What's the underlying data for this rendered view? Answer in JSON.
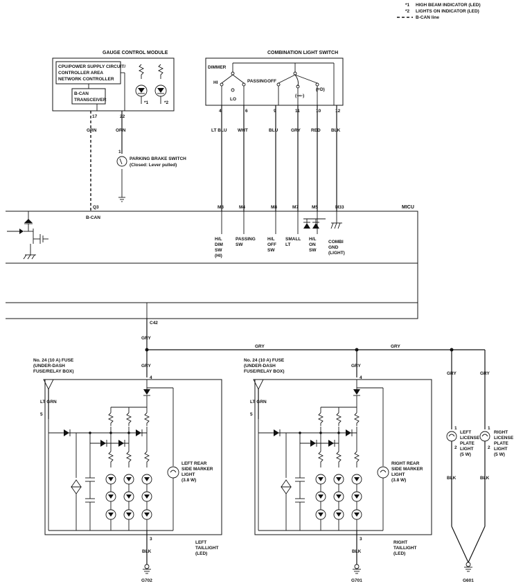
{
  "legend": {
    "n1": "*1",
    "n1_text": "HIGH BEAM INDICATOR (LED)",
    "n2": "*2",
    "n2_text": "LIGHTS ON INDICATOR (LED)",
    "bcan_text": "B-CAN line"
  },
  "gcm": {
    "title": "GAUGE CONTROL MODULE",
    "cpu_line1": "CPU/POWER SUPPLY CIRCUIT/",
    "cpu_line2": "CONTROLLER AREA",
    "cpu_line3": "NETWORK CONTROLLER",
    "transceiver_line1": "B-CAN",
    "transceiver_line2": "TRANSCEIVER",
    "ind1": "*1",
    "ind2": "*2",
    "pin17": "17",
    "pin22": "22",
    "wire17": "GRN",
    "wire22": "ORN"
  },
  "parking_brake": {
    "pin": "1",
    "line1": "PARKING BRAKE SWITCH",
    "line2": "(Closed: Lever pulled)"
  },
  "combo_switch": {
    "title": "COMBINATION LIGHT SWITCH",
    "dimmer": "DIMMER",
    "hi": "HI",
    "lo": "LO",
    "passing": "PASSING",
    "off": "OFF",
    "small_sym": "(-∞-)",
    "on_sym": "(≡D)",
    "pins": [
      "4",
      "6",
      "9",
      "11",
      "10",
      "12"
    ],
    "wires": [
      "LT BLU",
      "WHT",
      "BLU",
      "GRY",
      "RED",
      "BLK"
    ]
  },
  "micu": {
    "title": "MICU",
    "q3": "Q3",
    "bcan": "B-CAN",
    "pins": [
      "M3",
      "M4",
      "M8",
      "M7",
      "M5",
      "M33"
    ],
    "c42": "C42",
    "labels": [
      [
        "H/L",
        "DIM",
        "SW",
        "(HI)"
      ],
      [
        "PASSING",
        "SW"
      ],
      [
        "H/L",
        "OFF",
        "SW"
      ],
      [
        "SMALL",
        "LT"
      ],
      [
        "H/L",
        "ON",
        "SW"
      ],
      [
        "COMBI",
        "GND",
        "(LIGHT)"
      ]
    ]
  },
  "bus": {
    "gry1": "GRY",
    "gry2": "GRY",
    "gry3": "GRY",
    "gry4": "GRY"
  },
  "left_taillight": {
    "fuse1": "No. 24 (10 A) FUSE",
    "fuse2": "(UNDER-DASH",
    "fuse3": "FUSE/RELAY BOX)",
    "fuse_wire": "LT GRN",
    "pin5": "5",
    "pin4": "4",
    "pin3": "3",
    "wire_in": "GRY",
    "wire_gnd": "BLK",
    "marker1": "LEFT REAR",
    "marker2": "SIDE MARKER",
    "marker3": "LIGHT",
    "marker4": "(3.8 W)",
    "name1": "LEFT",
    "name2": "TAILLIGHT",
    "name3": "(LED)",
    "ground": "G702"
  },
  "right_taillight": {
    "fuse1": "No. 24 (10 A) FUSE",
    "fuse2": "(UNDER-DASH",
    "fuse3": "FUSE/RELAY BOX)",
    "fuse_wire": "LT GRN",
    "pin5": "5",
    "pin4": "4",
    "pin3": "3",
    "wire_in": "GRY",
    "wire_gnd": "BLK",
    "marker1": "RIGHT REAR",
    "marker2": "SIDE MARKER",
    "marker3": "LIGHT",
    "marker4": "(3.8 W)",
    "name1": "RIGHT",
    "name2": "TAILLIGHT",
    "name3": "(LED)",
    "ground": "G701"
  },
  "license_lights": {
    "left_wire_in": "GRY",
    "right_wire_in": "GRY",
    "pin1": "1",
    "pin2": "2",
    "left1": "LEFT",
    "left2": "LICENSE",
    "left3": "PLATE",
    "left4": "LIGHT",
    "left5": "(5 W)",
    "right1": "RIGHT",
    "right2": "LICENSE",
    "right3": "PLATE",
    "right4": "LIGHT",
    "right5": "(5 W)",
    "wire_out_l": "BLK",
    "wire_out_r": "BLK",
    "ground": "G601"
  }
}
